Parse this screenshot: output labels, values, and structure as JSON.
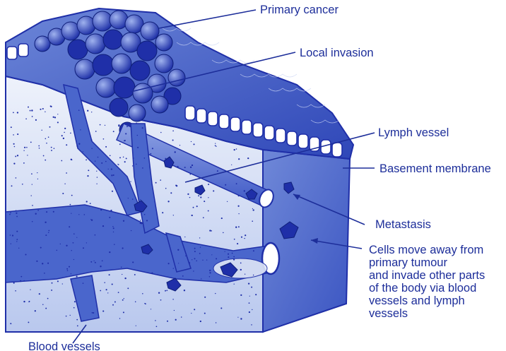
{
  "labels": {
    "primary_cancer": "Primary cancer",
    "local_invasion": "Local invasion",
    "lymph_vessel": "Lymph vessel",
    "basement_membrane": "Basement membrane",
    "metastasis": "Metastasis",
    "cells_move": [
      "Cells move away from",
      "primary tumour",
      "and invade other parts",
      "of the body via blood",
      "vessels and lymph",
      "vessels"
    ],
    "blood_vessels": "Blood vessels"
  },
  "colors": {
    "label_text": "#1d2e9a",
    "tissue_dark": "#1f2fa8",
    "tissue_mid": "#3f56c4",
    "tissue_light": "#dfe6f7",
    "vessel": "#4a66cc",
    "cell_outline": "#1a2a90"
  }
}
